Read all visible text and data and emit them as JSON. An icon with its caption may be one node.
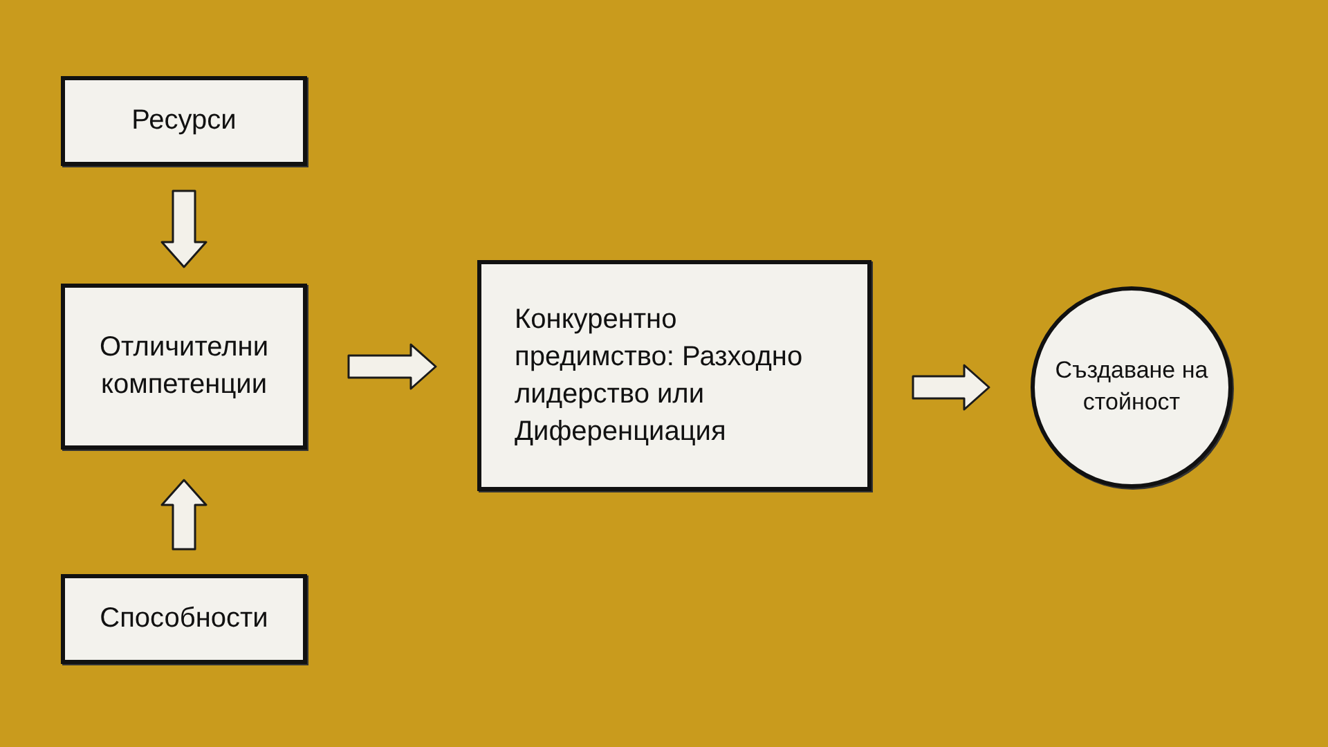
{
  "diagram": {
    "nodes": [
      {
        "text": [
          "Ресурси"
        ]
      },
      {
        "text": [
          "Отличителни компетенции"
        ]
      },
      {
        "text": [
          "Способности"
        ]
      },
      {
        "text": [
          "Конкурентно предимство: Разходно лидерство или Диференциация"
        ]
      },
      {
        "text": [
          "Създаване на стойност"
        ]
      }
    ],
    "edges": [
      {
        "from": 0,
        "to": 1,
        "arrow": "to"
      },
      {
        "from": 2,
        "to": 1,
        "arrow": "to"
      },
      {
        "from": 1,
        "to": 3,
        "arrow": "to"
      },
      {
        "from": 3,
        "to": 4,
        "arrow": "to"
      }
    ]
  }
}
